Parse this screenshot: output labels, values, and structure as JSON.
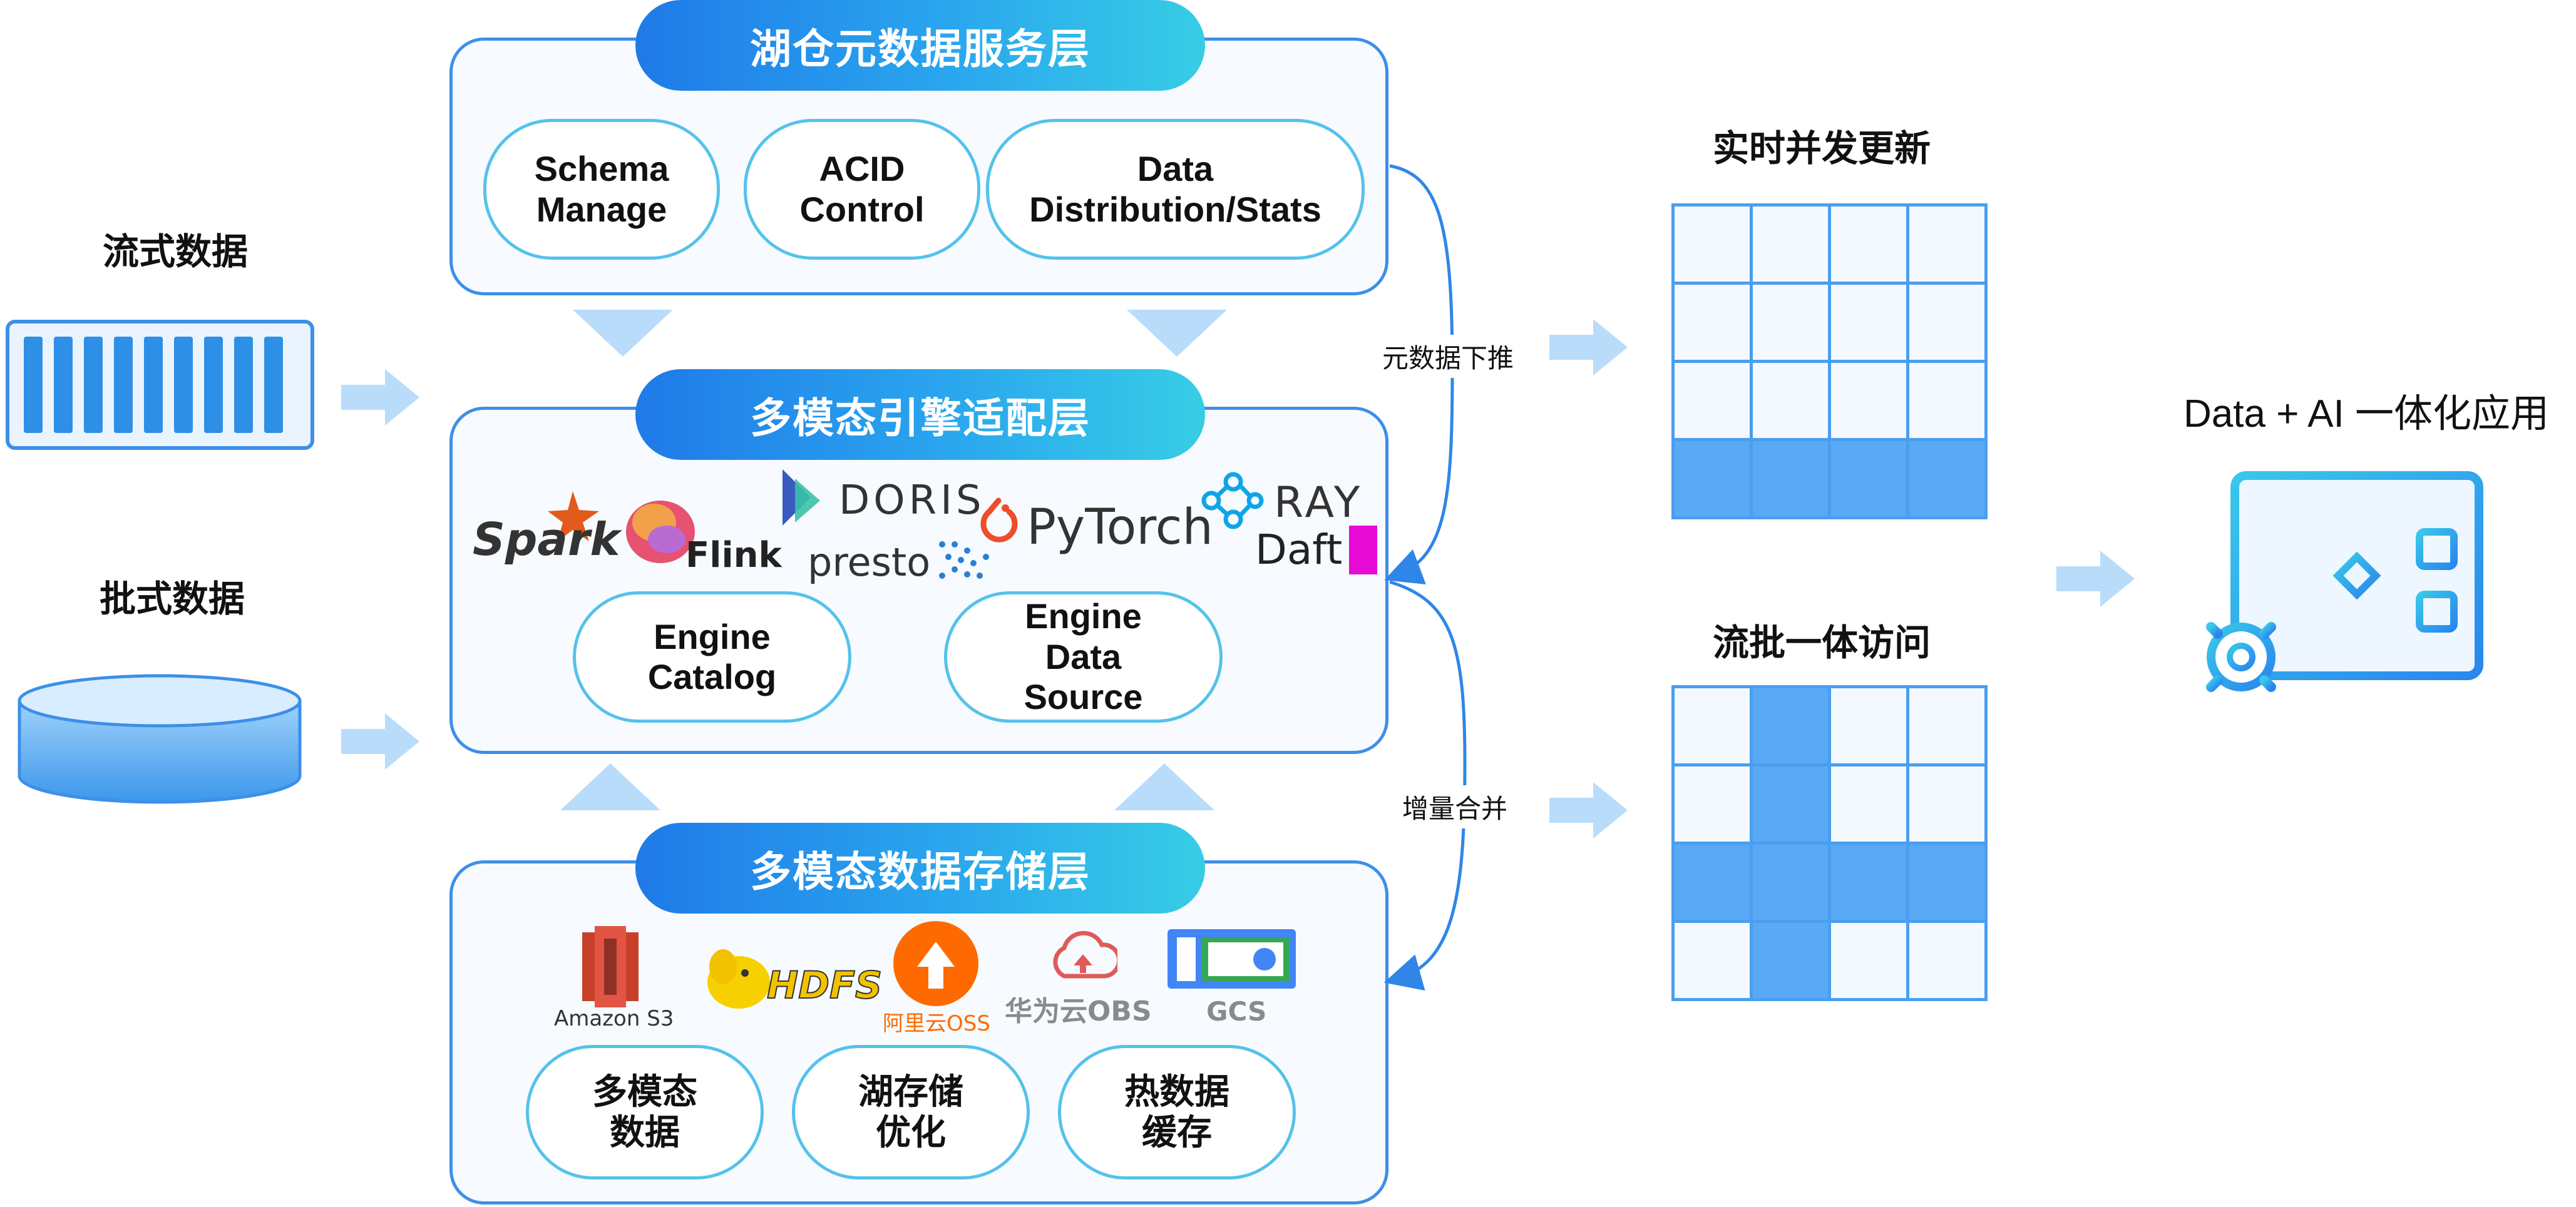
{
  "left": {
    "stream_label": "流式数据",
    "batch_label": "批式数据"
  },
  "layers": {
    "metadata": {
      "title": "湖仓元数据服务层",
      "items": [
        "Schema\nManage",
        "ACID\nControl",
        "Data\nDistribution/Stats"
      ]
    },
    "engine": {
      "title": "多模态引擎适配层",
      "logos": [
        "Spark",
        "Flink",
        "DORIS",
        "presto",
        "PyTorch",
        "RAY",
        "Daft"
      ],
      "items": [
        "Engine\nCatalog",
        "Engine\nData\nSource"
      ]
    },
    "storage": {
      "title": "多模态数据存储层",
      "logos": [
        "Amazon S3",
        "HDFS",
        "阿里云OSS",
        "华为云OBS",
        "GCS"
      ],
      "items": [
        "多模态\n数据",
        "湖存储\n优化",
        "热数据\n缓存"
      ]
    }
  },
  "flows": {
    "metadata_push": "元数据下推",
    "incremental_merge": "增量合并"
  },
  "right": {
    "realtime_title": "实时并发更新",
    "unified_title": "流批一体访问",
    "app_title": "Data + AI 一体化应用"
  },
  "colors": {
    "accent": "#1f7ae8",
    "accent_light": "#37cde6",
    "border": "#3d8fe8",
    "cell_filled": "#5aa9f5"
  }
}
